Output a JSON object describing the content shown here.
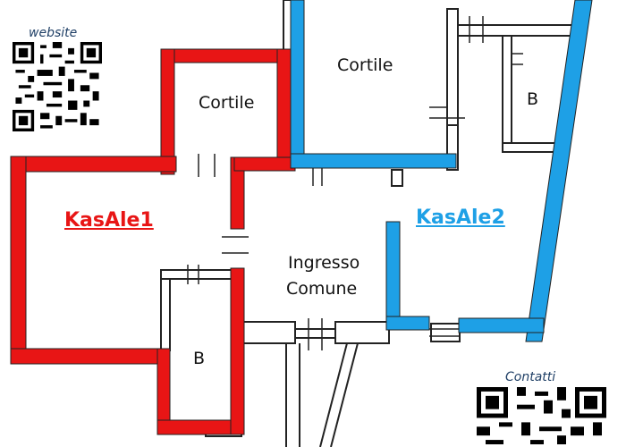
{
  "website_caption": "website",
  "contacts_caption": "Contatti",
  "units": [
    {
      "label": "KasAle1",
      "color": "#e81515"
    },
    {
      "label": "KasAle2",
      "color": "#1ea0e6"
    }
  ],
  "rooms": {
    "cortile_left": "Cortile",
    "cortile_top": "Cortile",
    "bath_right": "B",
    "bath_left": "B",
    "ingresso_line1": "Ingresso",
    "ingresso_line2": "Comune"
  },
  "colors": {
    "red_wall": "#e81515",
    "blue_wall": "#1ea0e6",
    "wall": "#ffffff",
    "wall_stroke": "#222222"
  }
}
